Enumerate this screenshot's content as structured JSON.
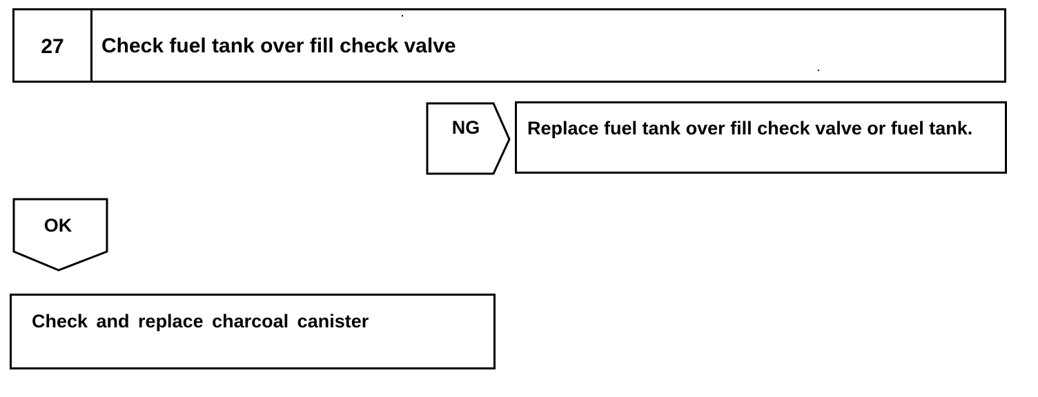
{
  "step": {
    "number": "27",
    "title": "Check fuel tank over fill check valve"
  },
  "ng_branch": {
    "label": "NG",
    "action": "Replace fuel tank over fill check valve or fuel tank."
  },
  "ok_branch": {
    "label": "OK",
    "action": "Check and replace charcoal canister"
  }
}
